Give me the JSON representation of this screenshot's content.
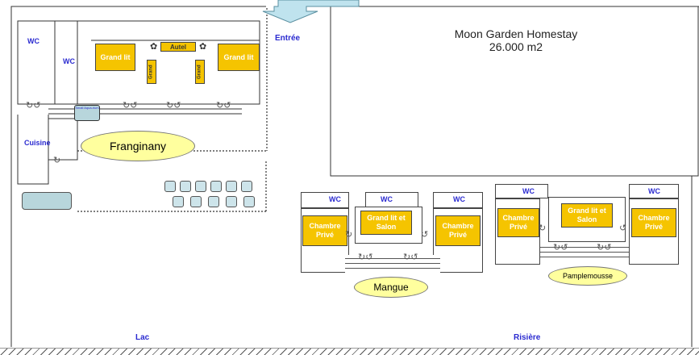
{
  "homestay": {
    "title": "Moon Garden Homestay",
    "area": "26.000 m2"
  },
  "labels": {
    "entree": "Entrée",
    "lac": "Lac",
    "riviere": "Risière"
  },
  "frangipany": {
    "name": "Franginany",
    "wc1": "WC",
    "wc2": "WC",
    "cuisine": "Cuisine",
    "grand_lit_left": "Grand lit",
    "grand_lit_right": "Grand lit",
    "autel": "Autel",
    "small_aqua": "Small Aqua-rium",
    "vert_left": "Grand",
    "vert_right": "Grand"
  },
  "mangue": {
    "name": "Mangue",
    "wc_left": "WC",
    "wc_center": "WC",
    "wc_right": "WC",
    "chambre_left": "Chambre Privé",
    "grand_lit_salon": "Grand lit et Salon",
    "chambre_right": "Chambre Privé"
  },
  "pamplemousse": {
    "name": "Pamplemousse",
    "wc_left": "WC",
    "wc_right": "WC",
    "chambre_left": "Chambre Privé",
    "grand_lit_salon": "Grand lit et Salon",
    "chambre_right": "Chambre Privé"
  },
  "colors": {
    "gold": "#f5c400",
    "label_blue": "#2a2ad0",
    "ellipse_fill": "#ffff9e",
    "arrow_fill": "#bfe3ee"
  }
}
